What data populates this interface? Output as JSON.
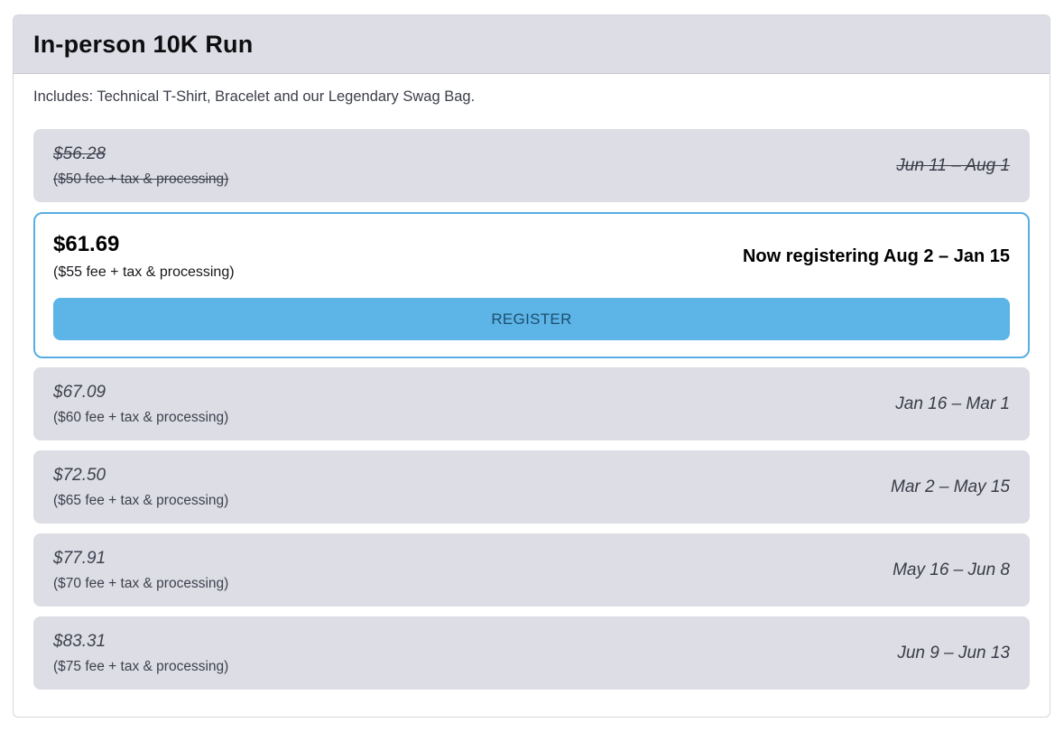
{
  "card": {
    "title": "In-person 10K Run",
    "description": "Includes: Technical T-Shirt, Bracelet and our Legendary Swag Bag."
  },
  "colors": {
    "header_bg": "#dcdde5",
    "row_bg": "#dcdde5",
    "card_border": "#d6d6de",
    "active_border": "#57aee1",
    "button_bg": "#5db4e6",
    "button_text": "#1c4e6e",
    "text": "#3e414e"
  },
  "tiers": [
    {
      "price": "$56.28",
      "detail": "($50 fee + tax & processing)",
      "dates": "Jun 11 – Aug 1",
      "status": "past"
    },
    {
      "price": "$61.69",
      "detail": "($55 fee + tax & processing)",
      "dates": "Now registering Aug 2 – Jan 15",
      "status": "active",
      "button_label": "REGISTER"
    },
    {
      "price": "$67.09",
      "detail": "($60 fee + tax & processing)",
      "dates": "Jan 16 – Mar 1",
      "status": "upcoming"
    },
    {
      "price": "$72.50",
      "detail": "($65 fee + tax & processing)",
      "dates": "Mar 2 – May 15",
      "status": "upcoming"
    },
    {
      "price": "$77.91",
      "detail": "($70 fee + tax & processing)",
      "dates": "May 16 – Jun 8",
      "status": "upcoming"
    },
    {
      "price": "$83.31",
      "detail": "($75 fee + tax & processing)",
      "dates": "Jun 9 – Jun 13",
      "status": "upcoming"
    }
  ]
}
